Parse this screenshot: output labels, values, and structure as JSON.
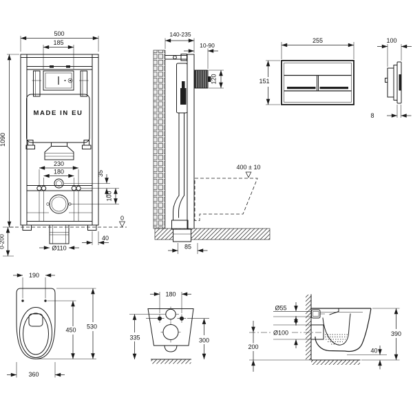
{
  "drawing": {
    "type": "technical-installation-drawing",
    "subject": "wall-hung WC with concealed cistern frame, flush plate and bowl",
    "line_color": "#1a1a1a",
    "background": "#ffffff"
  },
  "frame_front": {
    "made_in_eu": "MADE IN EU",
    "width": "500",
    "opening_width": "185",
    "height": "1090",
    "leg_range": "0-200",
    "bolt_spacing_outer": "230",
    "bolt_spacing_inner": "180",
    "inlet_offset": "35",
    "inlet_to_outlet": "100",
    "rail_width": "40",
    "floor_level": "0",
    "drain_diameter": "Ø110"
  },
  "frame_side": {
    "depth_range": "140-235",
    "plate_housing_range": "10-90",
    "housing_height": "120",
    "bowl_rim_height": "400 ± 10",
    "base_offset": "85"
  },
  "plate_front": {
    "width": "255",
    "height": "151"
  },
  "plate_side": {
    "width": "100",
    "thickness": "8"
  },
  "bowl_top": {
    "bolt_spacing": "190",
    "seat_depth": "450",
    "depth": "530",
    "width": "360"
  },
  "bowl_rear": {
    "bolt_spacing": "180",
    "height_total": "335",
    "height_bolts": "300"
  },
  "bowl_side": {
    "inlet_diameter": "Ø55",
    "outlet_diameter": "Ø100",
    "outlet_height": "200",
    "rim_height": "390",
    "bottom_gap": "40"
  }
}
